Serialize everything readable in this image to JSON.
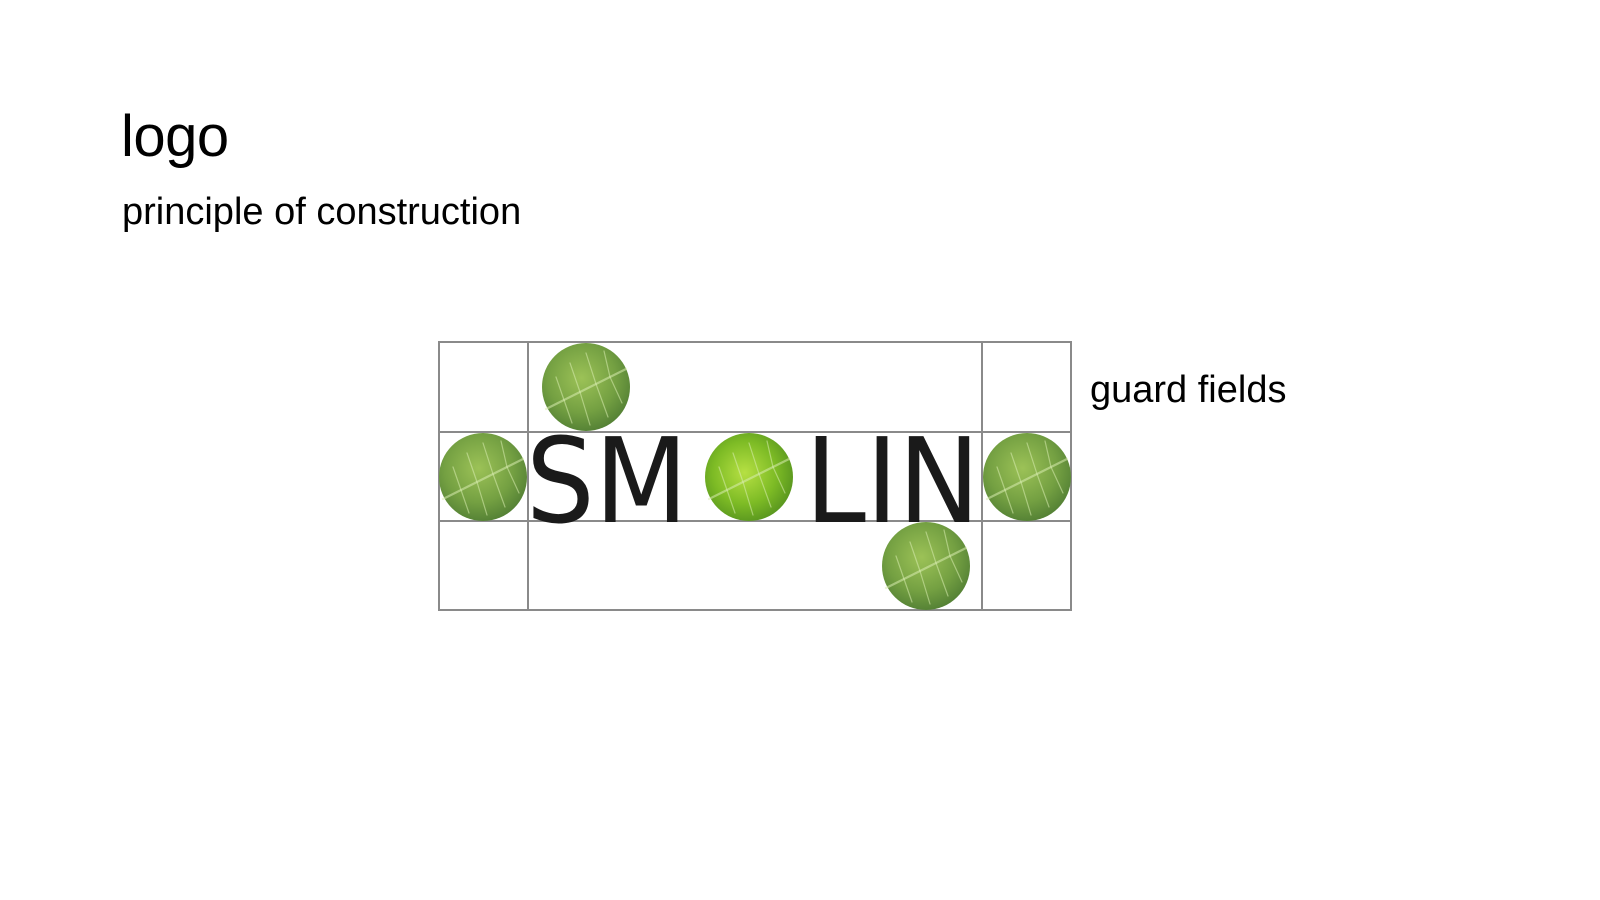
{
  "header": {
    "title": "logo",
    "subtitle": "principle of construction"
  },
  "diagram": {
    "annotation": "guard fields",
    "wordmark": {
      "letters_left": "SM",
      "letters_right": "LIN",
      "full_word": "SMOLIN"
    },
    "colors": {
      "grid_line": "#8a8a8a",
      "letters": "#1a1a1a",
      "leaf_dark": "#5e8a3a",
      "leaf_mid": "#86b04a",
      "leaf_bright": "#7fc02a"
    }
  }
}
